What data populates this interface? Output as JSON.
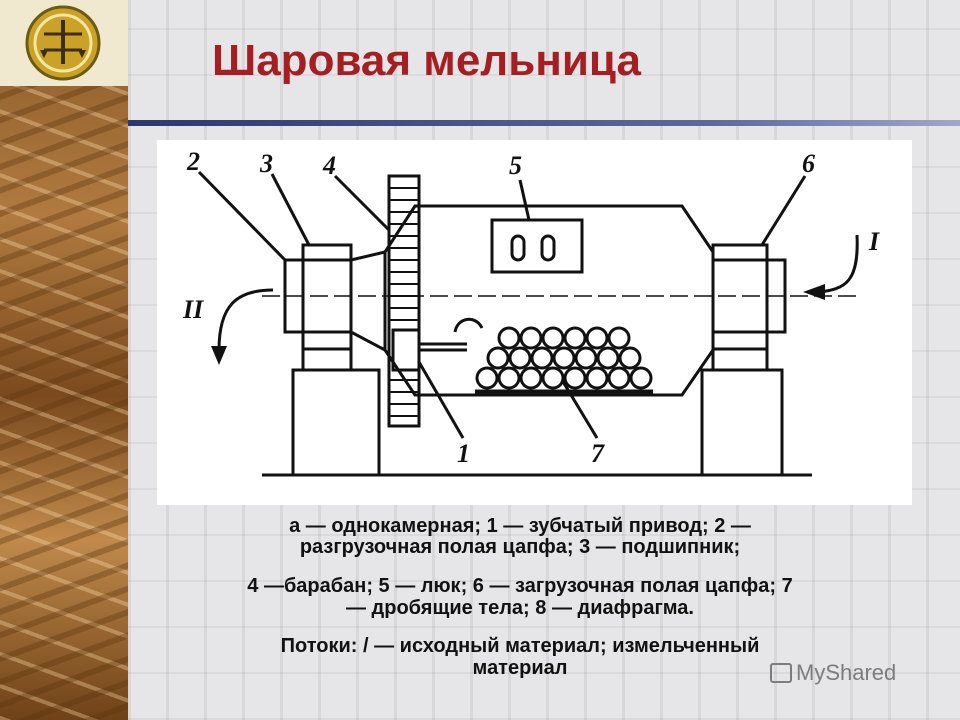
{
  "slide": {
    "title": "Шаровая мельница"
  },
  "diagram": {
    "labels": [
      "2",
      "3",
      "4",
      "5",
      "6",
      "I",
      "II",
      "1",
      "7"
    ]
  },
  "caption": {
    "line1": "а — однокамерная; 1 — зубчатый привод; 2 —",
    "line2": "разгрузочная полая цапфа; 3 — подшипник;",
    "line3": "4 —барабан; 5 — люк; 6 — загрузочная полая цапфа; 7",
    "line4": "— дробящие тела; 8 — диафрагма.",
    "line5": "Потоки: / — исходный материал; измельченный",
    "line6": "материал"
  },
  "watermark": {
    "text": "MyShared"
  },
  "colors": {
    "title": "#a51e22",
    "rule": "#2a3a6c"
  }
}
